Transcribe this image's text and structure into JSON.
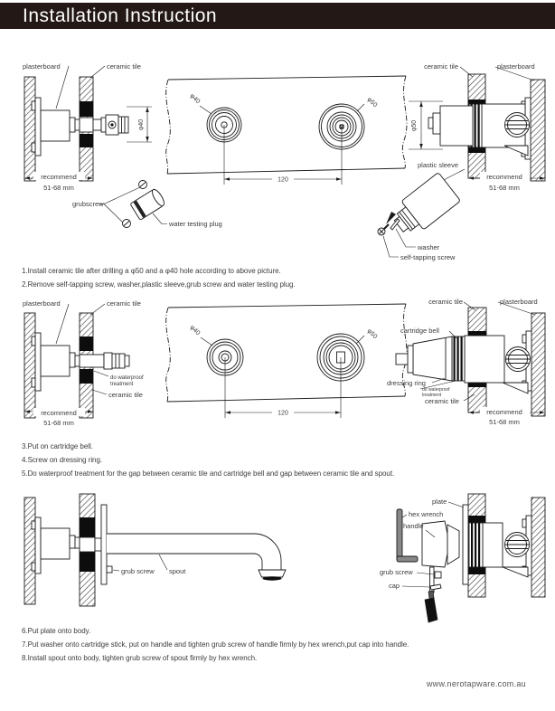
{
  "header": {
    "title": "Installation Instruction"
  },
  "steps": {
    "s1": "1.Install ceramic tile after drilling a φ50 and a φ40 hole according to above picture.",
    "s2": "2.Remove self-tapping screw, washer,plastic sleeve,grub screw and water testing plug.",
    "s3": "3.Put on cartridge bell.",
    "s4": "4.Screw on dressing ring.",
    "s5": "5.Do waterproof treatment for the gap between ceramic tile and cartridge bell and gap between ceramic tile and spout.",
    "s6": "6.Put plate onto body.",
    "s7": "7.Put washer onto cartridge stick, put on handle and tighten grub screw of handle firmly by hex wrench,put cap into handle.",
    "s8": "8.Install spout onto body, tighten grub screw of spout firmly by hex wrench."
  },
  "row1": {
    "left": {
      "plasterboard": "plasterboard",
      "ceramic_tile": "ceramic tile",
      "dia40": "φ40",
      "recommend": "recommend",
      "range": "51-68 mm"
    },
    "panel": {
      "dia40": "φ40",
      "dia50": "φ50",
      "spacing": "120"
    },
    "detail": {
      "grubscrew": "grubscrew",
      "water_testing_plug": "water testing plug"
    },
    "right": {
      "ceramic_tile": "ceramic tile",
      "plasterboard": "plasterboard",
      "dia50": "φ50",
      "plastic_sleeve": "plastic sleeve",
      "washer": "washer",
      "self_tapping_screw": "self-tapping screw",
      "recommend": "recommend",
      "range": "51-68 mm"
    }
  },
  "row2": {
    "left": {
      "plasterboard": "plasterboard",
      "ceramic_tile": "ceramic tile",
      "waterproof1": "do waterproof",
      "waterproof2": "treatment",
      "ceramic_tile2": "ceramic tile",
      "recommend": "recommend",
      "range": "51-68 mm"
    },
    "panel": {
      "dia40": "φ40",
      "dia50": "φ50",
      "spacing": "120"
    },
    "right": {
      "ceramic_tile": "ceramic tile",
      "plasterboard": "plasterboard",
      "cartridge_bell": "cartridge bell",
      "dressing_ring": "dressing ring",
      "waterproof1": "do waterproof",
      "waterproof2": "treatment",
      "ceramic_tile2": "ceramic tile",
      "recommend": "recommend",
      "range": "51-68 mm"
    }
  },
  "row3": {
    "left": {
      "grub_screw": "grub screw",
      "spout": "spout"
    },
    "right": {
      "plate": "plate",
      "hex_wrench": "hex wrench",
      "handle": "handle",
      "grub_screw": "grub screw",
      "cap": "cap"
    }
  },
  "footer": {
    "website": "www.nerotapware.com.au"
  },
  "colors": {
    "header_bg": "#231815",
    "line": "#1a1a1a",
    "text": "#3c3c3c"
  }
}
